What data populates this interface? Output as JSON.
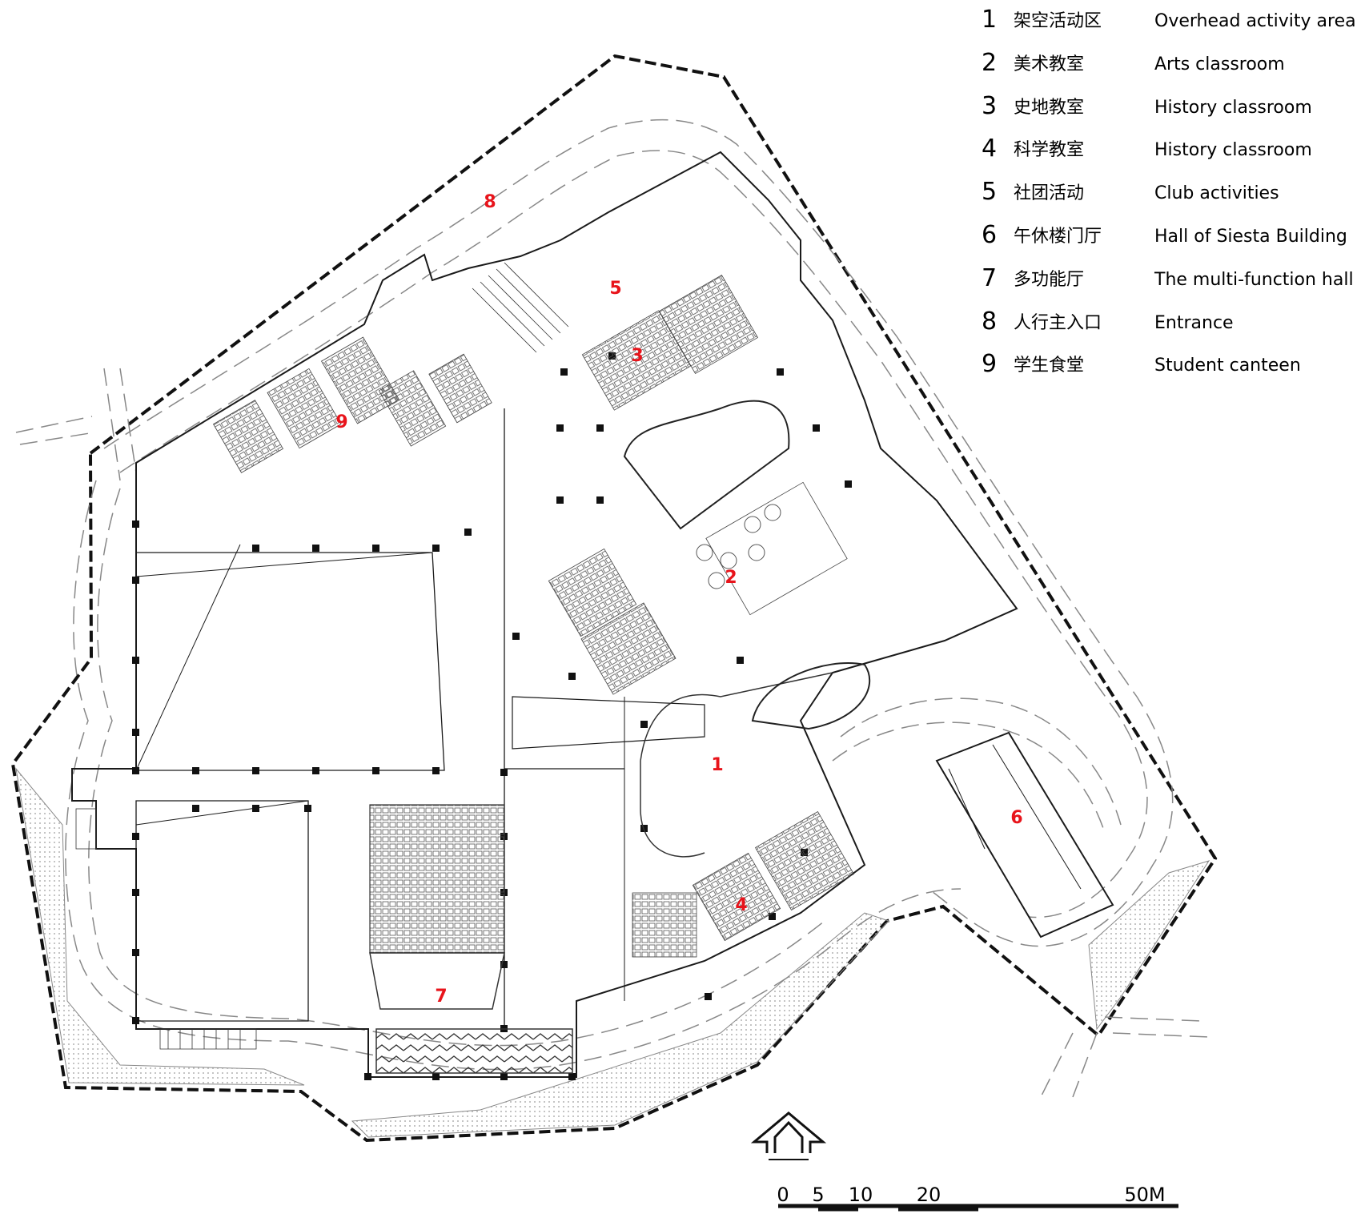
{
  "legend": [
    {
      "num": "1",
      "zh": "架空活动区",
      "en": "Overhead activity area"
    },
    {
      "num": "2",
      "zh": "美术教室",
      "en": "Arts classroom"
    },
    {
      "num": "3",
      "zh": "史地教室",
      "en": "History classroom"
    },
    {
      "num": "4",
      "zh": "科学教室",
      "en": "History classroom"
    },
    {
      "num": "5",
      "zh": "社团活动",
      "en": "Club activities"
    },
    {
      "num": "6",
      "zh": "午休楼门厅",
      "en": "Hall of Siesta Building"
    },
    {
      "num": "7",
      "zh": "多功能厅",
      "en": "The multi-function hall"
    },
    {
      "num": "8",
      "zh": "人行主入口",
      "en": "Entrance"
    },
    {
      "num": "9",
      "zh": "学生食堂",
      "en": "Student canteen"
    }
  ],
  "zone_labels": [
    "1",
    "2",
    "3",
    "4",
    "5",
    "6",
    "7",
    "8",
    "9"
  ],
  "scale_bar": {
    "labels": [
      "0",
      "5",
      "10",
      "20",
      "50M"
    ]
  },
  "colors": {
    "zone_label": "#e8141b",
    "line": "#1a1a1a",
    "thin_line": "#6e6e6e",
    "hatch": "#bdbdbd"
  },
  "icons": {
    "north_arrow": "north-arrow-icon"
  }
}
